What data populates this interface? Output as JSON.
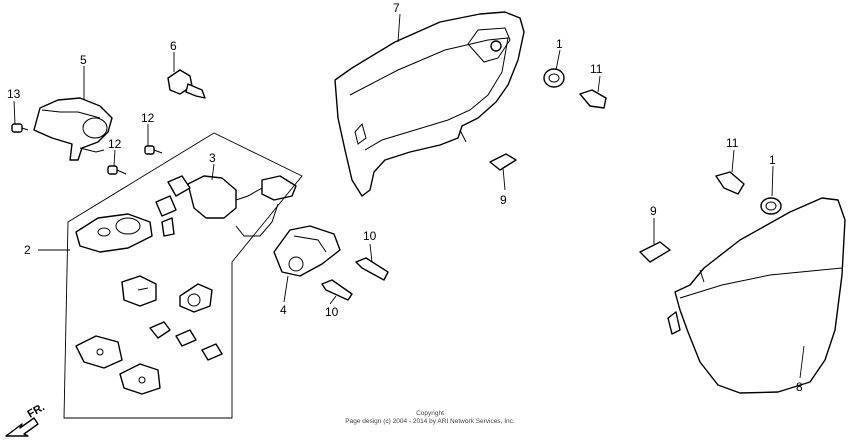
{
  "callouts": {
    "c1a": "1",
    "c1b": "1",
    "c2": "2",
    "c3": "3",
    "c4": "4",
    "c5": "5",
    "c6": "6",
    "c7": "7",
    "c8": "8",
    "c9a": "9",
    "c9b": "9",
    "c10a": "10",
    "c10b": "10",
    "c11a": "11",
    "c11b": "11",
    "c12a": "12",
    "c12b": "12",
    "c13": "13"
  },
  "direction_label": "FR.",
  "copyright": {
    "line1": "Copyright",
    "line2": "Page design (c) 2004 - 2014 by ARI Network Services, Inc."
  }
}
